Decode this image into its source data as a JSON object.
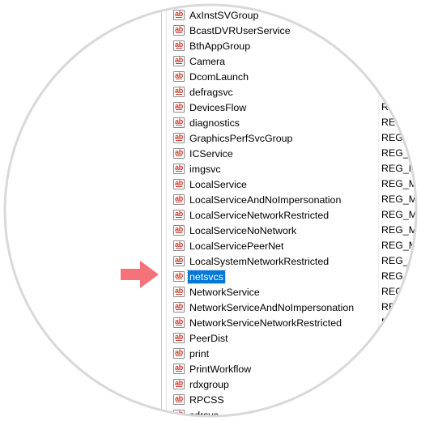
{
  "values": [
    {
      "name": "AxInstSVGroup",
      "type": ""
    },
    {
      "name": "BcastDVRUserService",
      "type": ""
    },
    {
      "name": "BthAppGroup",
      "type": ""
    },
    {
      "name": "Camera",
      "type": ""
    },
    {
      "name": "DcomLaunch",
      "type": ""
    },
    {
      "name": "defragsvc",
      "type": ""
    },
    {
      "name": "DevicesFlow",
      "type": "R"
    },
    {
      "name": "diagnostics",
      "type": "REG_"
    },
    {
      "name": "GraphicsPerfSvcGroup",
      "type": "REG_"
    },
    {
      "name": "ICService",
      "type": "REG_M"
    },
    {
      "name": "imgsvc",
      "type": "REG_M"
    },
    {
      "name": "LocalService",
      "type": "REG_M"
    },
    {
      "name": "LocalServiceAndNoImpersonation",
      "type": "REG_MU"
    },
    {
      "name": "LocalServiceNetworkRestricted",
      "type": "REG_MU"
    },
    {
      "name": "LocalServiceNoNetwork",
      "type": "REG_MU"
    },
    {
      "name": "LocalServicePeerNet",
      "type": "REG_M"
    },
    {
      "name": "LocalSystemNetworkRestricted",
      "type": "REG_M"
    },
    {
      "name": "netsvcs",
      "type": "REG_M",
      "selected": true
    },
    {
      "name": "NetworkService",
      "type": "REG"
    },
    {
      "name": "NetworkServiceAndNoImpersonation",
      "type": "RE"
    },
    {
      "name": "NetworkServiceNetworkRestricted",
      "type": "R"
    },
    {
      "name": "PeerDist",
      "type": ""
    },
    {
      "name": "print",
      "type": ""
    },
    {
      "name": "PrintWorkflow",
      "type": ""
    },
    {
      "name": "rdxgroup",
      "type": ""
    },
    {
      "name": "RPCSS",
      "type": ""
    },
    {
      "name": "sdrsvc",
      "type": ""
    }
  ],
  "icon_label": "ab",
  "colors": {
    "selection": "#0078d7",
    "arrow": "#f4727a",
    "icon_text": "#c0392b"
  }
}
